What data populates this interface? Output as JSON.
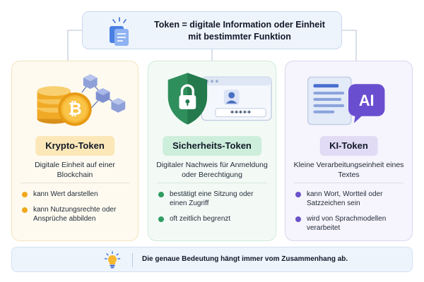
{
  "header": {
    "title_line1": "Token = digitale Information oder Einheit",
    "title_line2": "mit bestimmter Funktion",
    "icon": "document-stack-icon"
  },
  "cards": [
    {
      "label": "Krypto-Token",
      "description": "Digitale Einheit auf einer Blockchain",
      "icon": "bitcoin-coins-blockchain-icon",
      "bullets": [
        "kann Wert darstellen",
        "kann Nutzungsrechte oder Ansprüche abbilden"
      ]
    },
    {
      "label": "Sicherheits-Token",
      "description": "Digitaler Nachweis für Anmeldung oder Berechtigung",
      "icon": "shield-lock-login-icon",
      "bullets": [
        "bestätigt eine Sitzung oder einen Zugriff",
        "oft zeitlich begrenzt"
      ]
    },
    {
      "label": "KI-Token",
      "description": "Kleine Verarbeitungseinheit eines Textes",
      "icon": "ai-document-icon",
      "ai_badge": "AI",
      "bullets": [
        "kann Wort, Wortteil oder Satzzeichen sein",
        "wird von Sprachmodellen verarbeitet"
      ]
    }
  ],
  "password_mask": "*****",
  "footer": {
    "icon": "lightbulb-icon",
    "text": "Die genaue Bedeutung hängt immer vom Zusammenhang ab."
  },
  "colors": {
    "crypto_accent": "#f0a81e",
    "security_accent": "#2f9d62",
    "ai_accent": "#6b52c9",
    "header_bg": "#eef4fc"
  }
}
